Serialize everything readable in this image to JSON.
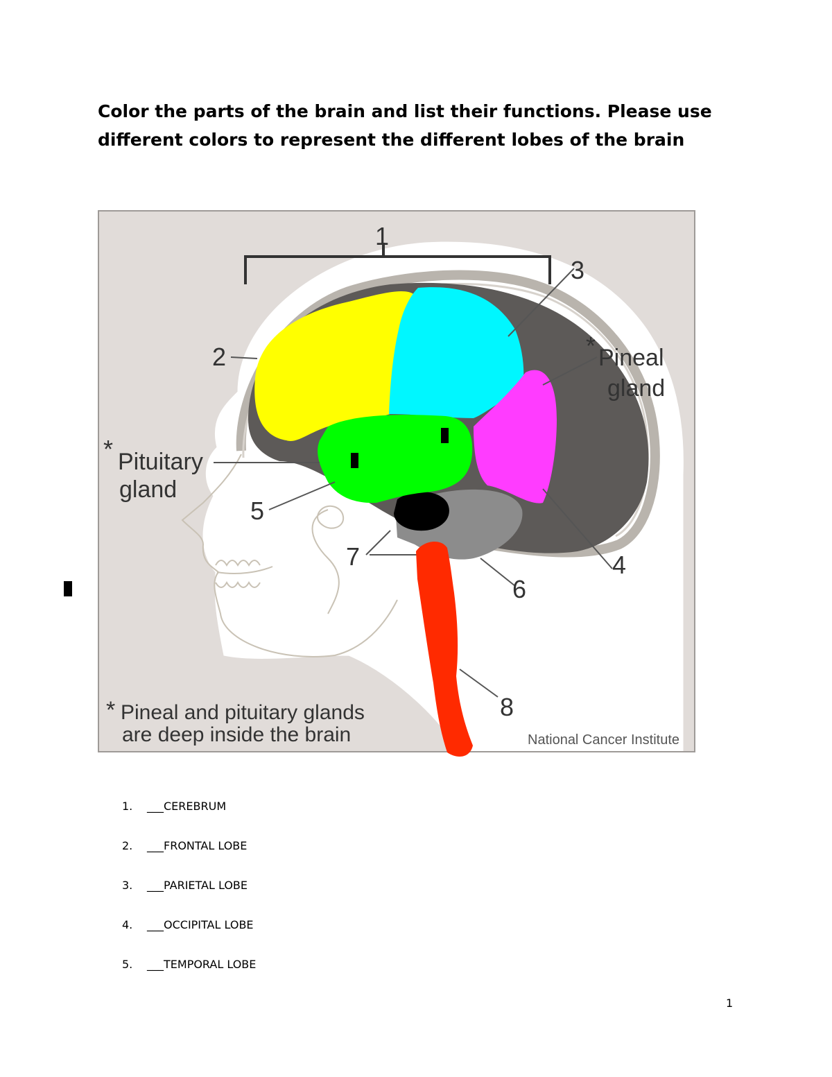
{
  "instructions": "Color the parts of the brain and list their functions. Please use different colors to represent the different lobes of the brain",
  "figure": {
    "callouts": {
      "c1": "1",
      "c2": "2",
      "c3": "3",
      "c4": "4",
      "c5": "5",
      "c6": "6",
      "c7": "7",
      "c8": "8"
    },
    "pineal_star": "*",
    "pineal_line1": "Pineal",
    "pineal_line2": "gland",
    "pituitary_star": "*",
    "pituitary_line1": "Pituitary",
    "pituitary_line2": "gland",
    "footnote_star": "*",
    "footnote_line1": "Pineal and pituitary glands",
    "footnote_line2": "are deep inside the brain",
    "credit": "National Cancer Institute",
    "colors": {
      "frontal": "#ffff00",
      "parietal": "#00f7ff",
      "occipital": "#ff3cff",
      "temporal": "#00ff00",
      "midbrain": "#000000",
      "cerebellum": "#8c8c8c",
      "spinal_cord": "#ff2a00"
    }
  },
  "answers": [
    {
      "num": "1.",
      "text": "___CEREBRUM"
    },
    {
      "num": "2.",
      "text": "___FRONTAL LOBE"
    },
    {
      "num": "3.",
      "text": "___PARIETAL LOBE"
    },
    {
      "num": "4.",
      "text": "___OCCIPITAL LOBE"
    },
    {
      "num": "5.",
      "text": "___TEMPORAL LOBE"
    }
  ],
  "page_number": "1"
}
